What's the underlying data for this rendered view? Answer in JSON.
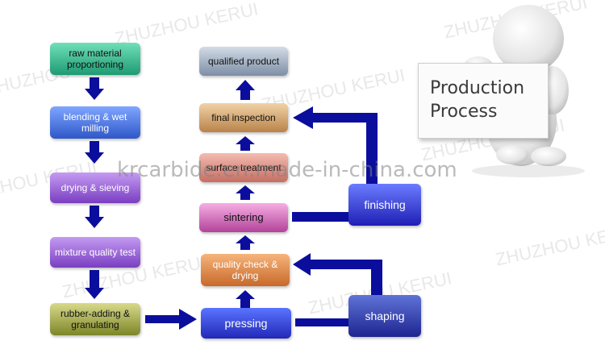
{
  "watermarks": {
    "brand": "ZHUZHOU KERUI",
    "site": "krcarbide.en.made-in-china.com"
  },
  "board": {
    "title_line1": "Production",
    "title_line2": "Process"
  },
  "steps": {
    "raw_material": "raw material proportioning",
    "blending": "blending & wet milling",
    "drying": "drying & sieving",
    "mixture_test": "mixture quality test",
    "rubber_adding": "rubber-adding & granulating",
    "pressing": "pressing",
    "shaping": "shaping",
    "quality_check": "quality check & drying",
    "sintering": "sintering",
    "finishing": "finishing",
    "surface_treatment": "surface treatment",
    "final_inspection": "final inspection",
    "qualified_product": "qualified product"
  },
  "colors": {
    "arrow": "#0b0e9c"
  }
}
